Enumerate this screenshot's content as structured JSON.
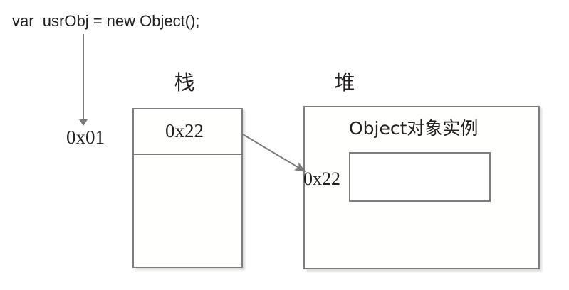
{
  "diagram": {
    "code": {
      "text": "var  usrObj = new Object();"
    },
    "pointer_arrow": {
      "icon": "down-arrow-icon"
    },
    "variable_address": {
      "label": "0x01"
    },
    "stack": {
      "caption": "栈",
      "cells": [
        {
          "value": "0x22"
        },
        {
          "value": ""
        }
      ]
    },
    "heap": {
      "caption": "堆",
      "address_label": "0x22",
      "object_title": "Object对象实例",
      "inner_slot": {
        "value": ""
      }
    },
    "connector": {
      "icon": "diagonal-arrow-icon"
    },
    "colors": {
      "border": "#7d7d7d",
      "arrow": "#7b7b7b",
      "text": "#231f20",
      "background": "#ffffff"
    }
  }
}
